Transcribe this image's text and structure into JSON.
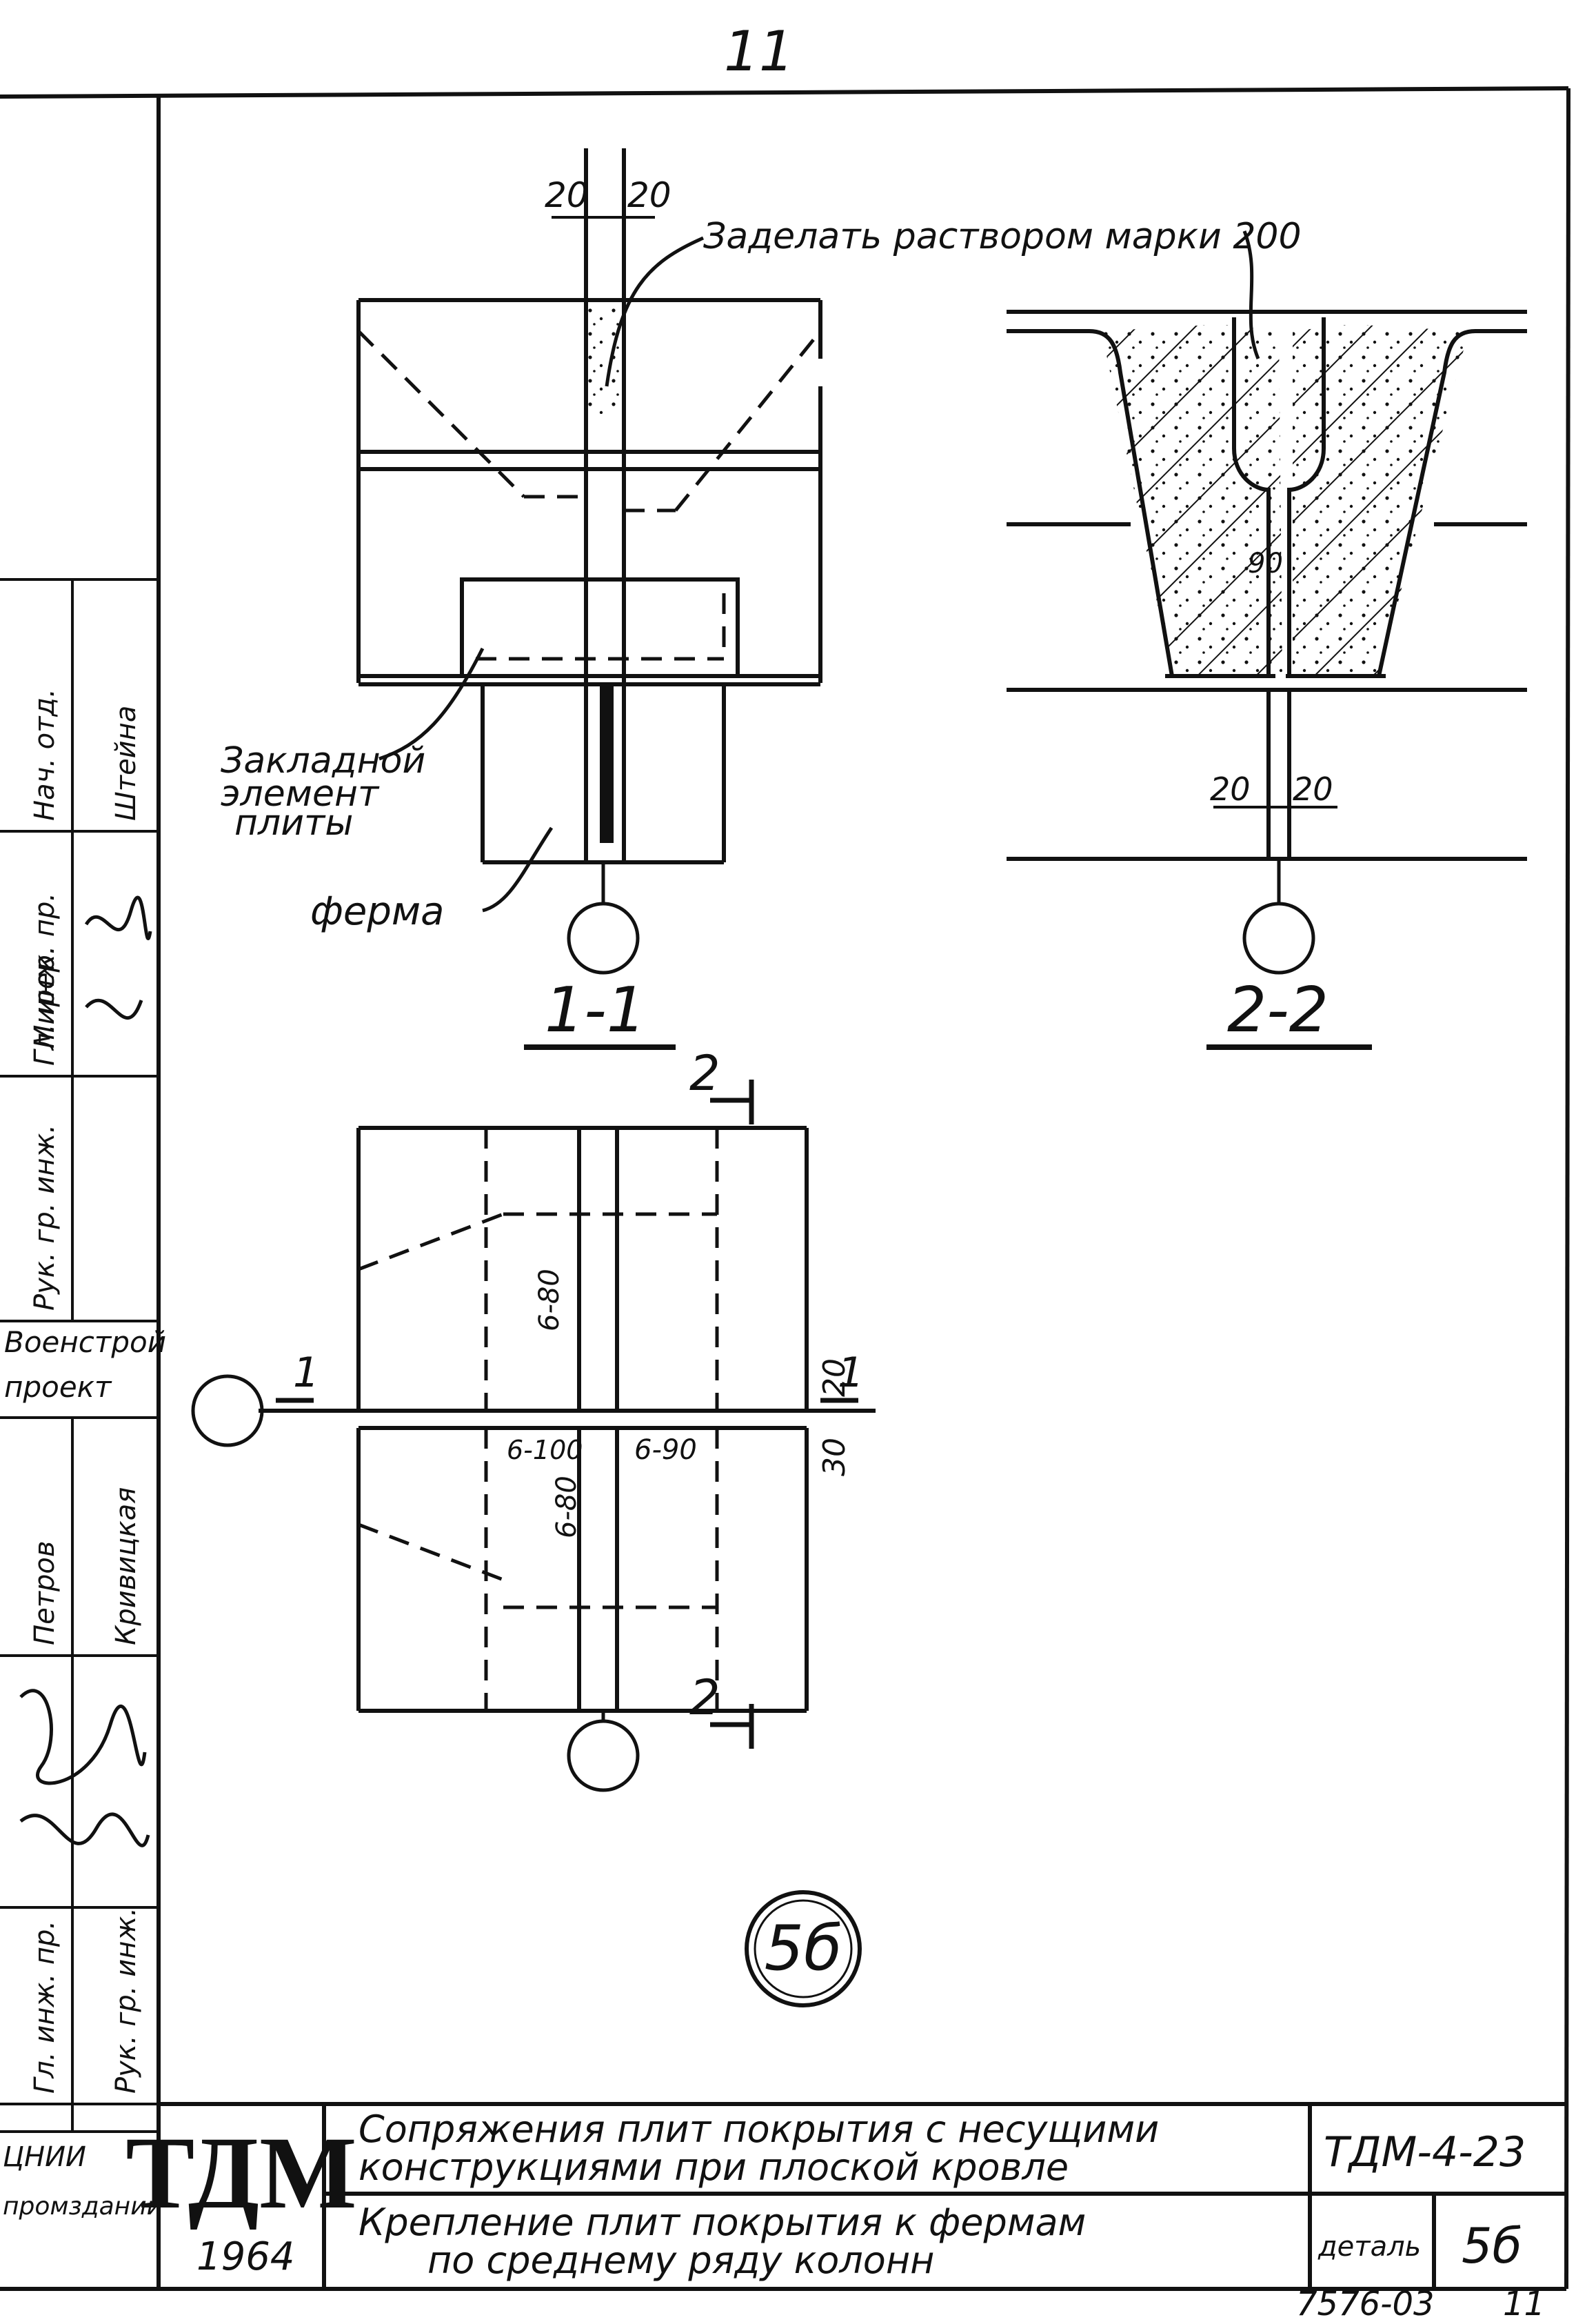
{
  "page": {
    "page_number_top": "11",
    "sheet_bottom_code": "7576-03",
    "sheet_bottom_number": "11"
  },
  "drawing": {
    "note_mortar": "Заделать раствором марки 200",
    "label_embedded_1": "Закладной",
    "label_embedded_2": "элемент",
    "label_embedded_3": "плиты",
    "label_truss": "ферма",
    "dim_20a": "20",
    "dim_20b": "20",
    "dim_20c": "20",
    "dim_20d": "20",
    "dim_90": "90",
    "section_1_label": "1-1",
    "section_2_label": "2-2",
    "mark_2_top": "2",
    "mark_2_bottom": "2",
    "mark_1_left": "1",
    "mark_1_right": "1",
    "dim_v20": "20",
    "dim_v30": "30",
    "weld_6_80_a": "6-80",
    "weld_6_100": "6-100",
    "weld_6_80_b": "6-80",
    "weld_6_90": "6-90",
    "detail_no": "5б"
  },
  "left_strip": {
    "cells": [
      {
        "col1": "Нач. отд.",
        "col2": "Мирер"
      },
      {
        "col1": "Гл. инж. пр.",
        "col2": "Штейна"
      },
      {
        "col1": "Рук. гр. инж.",
        "col2": ""
      },
      {
        "col1": "",
        "col2": ""
      },
      {
        "col1": "",
        "col2": "Петров"
      },
      {
        "col1": "",
        "col2": "Кривицкая"
      },
      {
        "col1": "Гл. инж. пр.",
        "col2": ""
      },
      {
        "col1": "Рук. гр. инж.",
        "col2": ""
      }
    ],
    "org_1": "Военстрой",
    "org_2": "проект",
    "inst_1": "ЦНИИ",
    "inst_2": "промзданий"
  },
  "title_block": {
    "logo": "ТДМ",
    "year": "1964",
    "title_1": "Сопряжения плит покрытия с несущими",
    "title_2": "конструкциями при плоской кровле",
    "subtitle_1": "Крепление плит покрытия к фермам",
    "subtitle_2": "по среднему ряду колонн",
    "code": "ТДМ-4-23",
    "detail_label": "деталь",
    "detail_value": "5б"
  }
}
